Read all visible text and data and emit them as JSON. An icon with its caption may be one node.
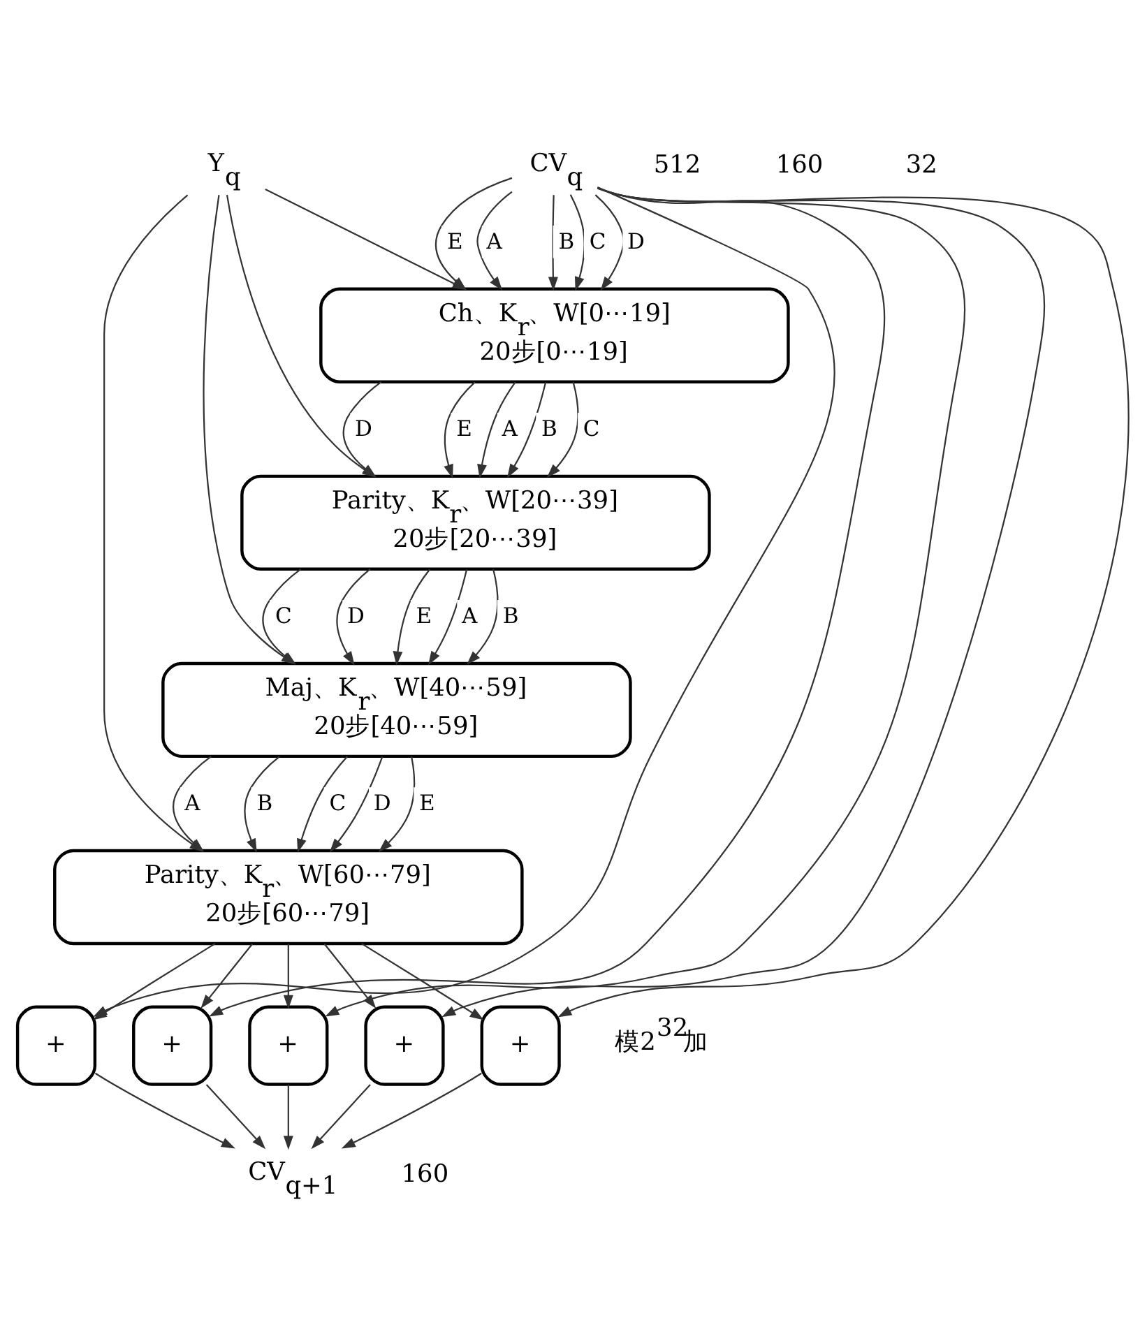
{
  "diagram": {
    "nodes": [
      {
        "text": [
          "Y$_{q}$"
        ]
      },
      {
        "text": [
          "CV$_{q}$"
        ]
      },
      {
        "text": [
          "Ch、K$_{r}$、W[0⋯19]",
          "20步[0⋯19]"
        ]
      },
      {
        "text": [
          "Parity、K$_{r}$、W[20⋯39]",
          "20步[20⋯39]"
        ]
      },
      {
        "text": [
          "Maj、K$_{r}$、W[40⋯59]",
          "20步[40⋯59]"
        ]
      },
      {
        "text": [
          "Parity、K$_{r}$、W[60⋯79]",
          "20步[60⋯79]"
        ]
      },
      {
        "text": [
          "+"
        ]
      },
      {
        "text": [
          "+"
        ]
      },
      {
        "text": [
          "+"
        ]
      },
      {
        "text": [
          "+"
        ]
      },
      {
        "text": [
          "+"
        ]
      },
      {
        "text": [
          "CV$_{q+1}$"
        ]
      }
    ],
    "edges": [
      {
        "from": 0,
        "to": 2,
        "arrow": "to"
      },
      {
        "from": 0,
        "to": 3,
        "arrow": "to"
      },
      {
        "from": 0,
        "to": 4,
        "arrow": "to"
      },
      {
        "from": 0,
        "to": 5,
        "arrow": "to"
      },
      {
        "from": 1,
        "to": 2,
        "arrow": "to",
        "label": "A"
      },
      {
        "from": 1,
        "to": 2,
        "arrow": "to",
        "label": "B"
      },
      {
        "from": 1,
        "to": 2,
        "arrow": "to",
        "label": "C"
      },
      {
        "from": 1,
        "to": 2,
        "arrow": "to",
        "label": "D"
      },
      {
        "from": 1,
        "to": 2,
        "arrow": "to",
        "label": "E"
      },
      {
        "from": 2,
        "to": 3,
        "arrow": "to",
        "label": "A"
      },
      {
        "from": 2,
        "to": 3,
        "arrow": "to",
        "label": "B"
      },
      {
        "from": 2,
        "to": 3,
        "arrow": "to",
        "label": "C"
      },
      {
        "from": 2,
        "to": 3,
        "arrow": "to",
        "label": "D"
      },
      {
        "from": 2,
        "to": 3,
        "arrow": "to",
        "label": "E"
      },
      {
        "from": 3,
        "to": 4,
        "arrow": "to",
        "label": "A"
      },
      {
        "from": 3,
        "to": 4,
        "arrow": "to",
        "label": "B"
      },
      {
        "from": 3,
        "to": 4,
        "arrow": "to",
        "label": "C"
      },
      {
        "from": 3,
        "to": 4,
        "arrow": "to",
        "label": "D"
      },
      {
        "from": 3,
        "to": 4,
        "arrow": "to",
        "label": "E"
      },
      {
        "from": 4,
        "to": 5,
        "arrow": "to",
        "label": "A"
      },
      {
        "from": 4,
        "to": 5,
        "arrow": "to",
        "label": "B"
      },
      {
        "from": 4,
        "to": 5,
        "arrow": "to",
        "label": "C"
      },
      {
        "from": 4,
        "to": 5,
        "arrow": "to",
        "label": "D"
      },
      {
        "from": 4,
        "to": 5,
        "arrow": "to",
        "label": "E"
      },
      {
        "from": 5,
        "to": 6,
        "arrow": "to"
      },
      {
        "from": 5,
        "to": 7,
        "arrow": "to"
      },
      {
        "from": 5,
        "to": 8,
        "arrow": "to"
      },
      {
        "from": 5,
        "to": 9,
        "arrow": "to"
      },
      {
        "from": 5,
        "to": 10,
        "arrow": "to"
      },
      {
        "from": 1,
        "to": 6,
        "arrow": "to"
      },
      {
        "from": 1,
        "to": 7,
        "arrow": "to"
      },
      {
        "from": 1,
        "to": 8,
        "arrow": "to"
      },
      {
        "from": 1,
        "to": 9,
        "arrow": "to"
      },
      {
        "from": 1,
        "to": 10,
        "arrow": "to"
      },
      {
        "from": 6,
        "to": 11,
        "arrow": "to"
      },
      {
        "from": 7,
        "to": 11,
        "arrow": "to"
      },
      {
        "from": 8,
        "to": 11,
        "arrow": "to"
      },
      {
        "from": 9,
        "to": 11,
        "arrow": "to"
      },
      {
        "from": 10,
        "to": 11,
        "arrow": "to"
      }
    ],
    "labels": [
      "512",
      "160",
      "32",
      "模2$^{32}$加",
      "160"
    ]
  }
}
